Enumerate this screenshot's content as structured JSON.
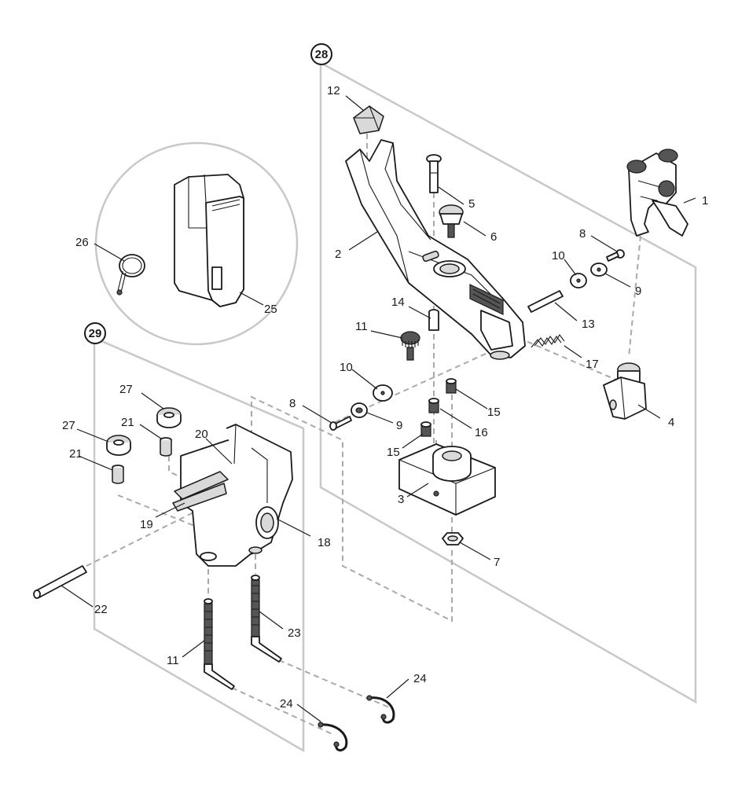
{
  "assemblies": [
    {
      "id": "28"
    },
    {
      "id": "29"
    }
  ],
  "callouts": [
    {
      "id": "1"
    },
    {
      "id": "2"
    },
    {
      "id": "3"
    },
    {
      "id": "4"
    },
    {
      "id": "5"
    },
    {
      "id": "6"
    },
    {
      "id": "7"
    },
    {
      "id": "8"
    },
    {
      "id": "8"
    },
    {
      "id": "9"
    },
    {
      "id": "9"
    },
    {
      "id": "10"
    },
    {
      "id": "10"
    },
    {
      "id": "11"
    },
    {
      "id": "11"
    },
    {
      "id": "12"
    },
    {
      "id": "13"
    },
    {
      "id": "14"
    },
    {
      "id": "15"
    },
    {
      "id": "15"
    },
    {
      "id": "16"
    },
    {
      "id": "17"
    },
    {
      "id": "18"
    },
    {
      "id": "19"
    },
    {
      "id": "20"
    },
    {
      "id": "21"
    },
    {
      "id": "21"
    },
    {
      "id": "22"
    },
    {
      "id": "23"
    },
    {
      "id": "24"
    },
    {
      "id": "24"
    },
    {
      "id": "25"
    },
    {
      "id": "26"
    },
    {
      "id": "27"
    },
    {
      "id": "27"
    }
  ],
  "colors": {
    "line": "#1a1a1a",
    "frame": "#c8c8c8",
    "dashed": "#a9a9a9",
    "shade": "#d9d9d9"
  }
}
